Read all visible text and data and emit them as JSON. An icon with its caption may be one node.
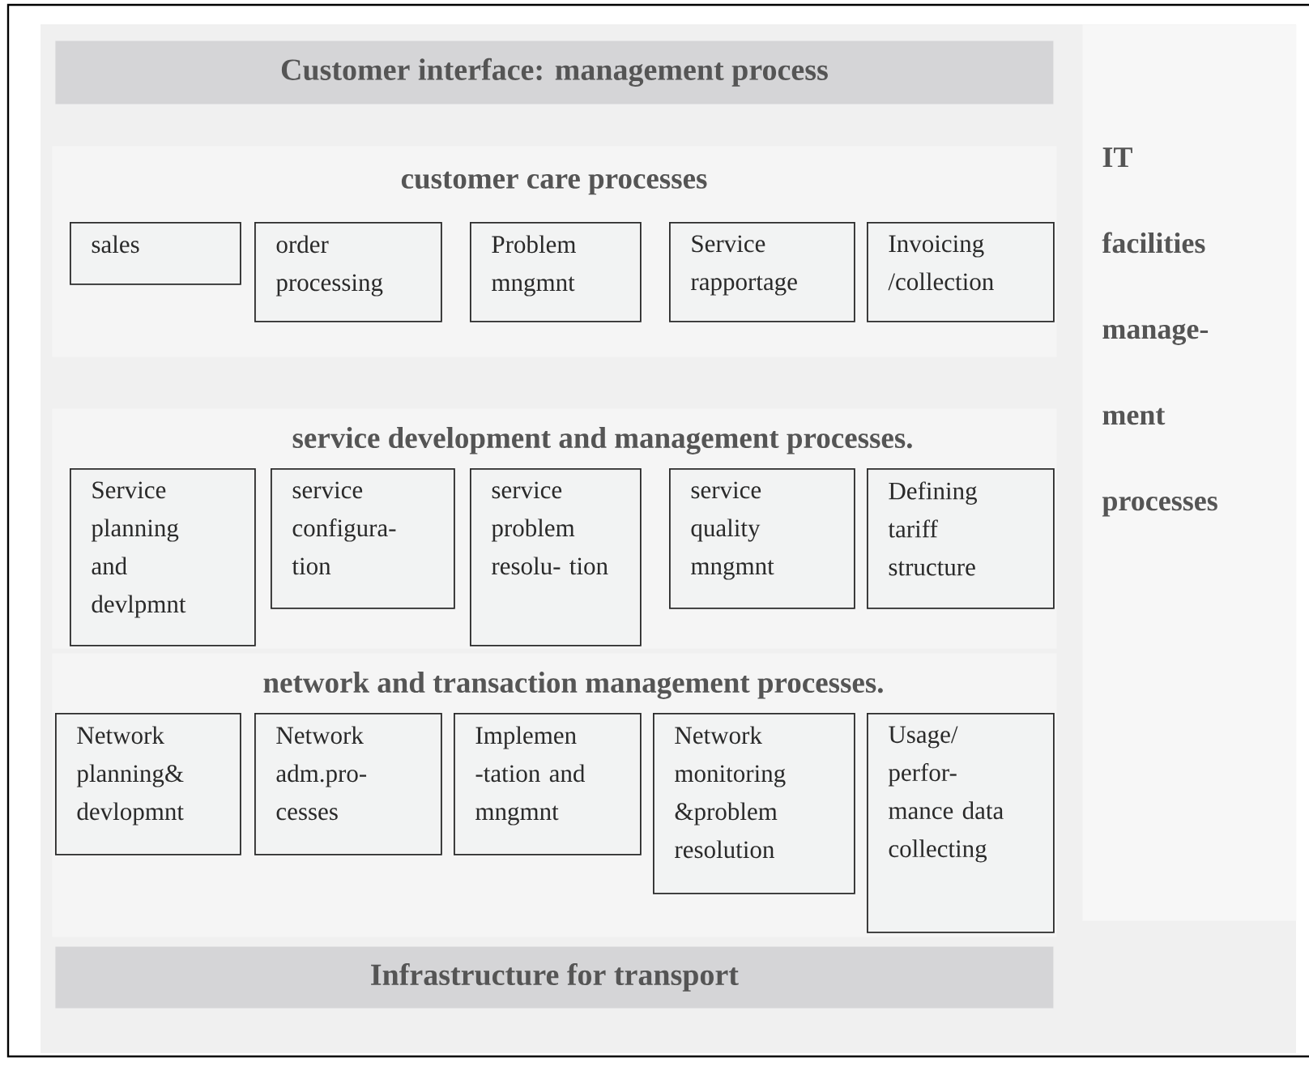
{
  "diagram": {
    "nodes": [
      {
        "text": [
          "Customer interface: management process"
        ]
      },
      {
        "text": [
          "customer care processes"
        ]
      },
      {
        "text": [
          "sales"
        ],
        "in": 1
      },
      {
        "text": [
          "order processing"
        ],
        "in": 1
      },
      {
        "text": [
          "Problem mngmnt"
        ],
        "in": 1
      },
      {
        "text": [
          "Service rapportage"
        ],
        "in": 1
      },
      {
        "text": [
          "Invoicing /collection"
        ],
        "in": 1
      },
      {
        "text": [
          "service development and  management processes."
        ]
      },
      {
        "text": [
          "Service planning and devlpmnt"
        ],
        "in": 7
      },
      {
        "text": [
          "service configura- tion"
        ],
        "in": 7
      },
      {
        "text": [
          "service problem resolu- tion"
        ],
        "in": 7
      },
      {
        "text": [
          "service quality mngmnt"
        ],
        "in": 7
      },
      {
        "text": [
          "Defining tariff structure"
        ],
        "in": 7
      },
      {
        "text": [
          "network and transaction management processes."
        ]
      },
      {
        "text": [
          "Network planning& devlopmnt"
        ],
        "in": 13
      },
      {
        "text": [
          "Network adm.pro- cesses"
        ],
        "in": 13
      },
      {
        "text": [
          "Implemen -tation and mngmnt"
        ],
        "in": 13
      },
      {
        "text": [
          "Network monitoring &problem resolution"
        ],
        "in": 13
      },
      {
        "text": [
          "Usage/ perfor- mance data collecting"
        ],
        "in": 13
      },
      {
        "text": [
          "Infrastructure for transport"
        ]
      },
      {
        "text": [
          "IT facilities manage- ment processes"
        ]
      }
    ]
  }
}
